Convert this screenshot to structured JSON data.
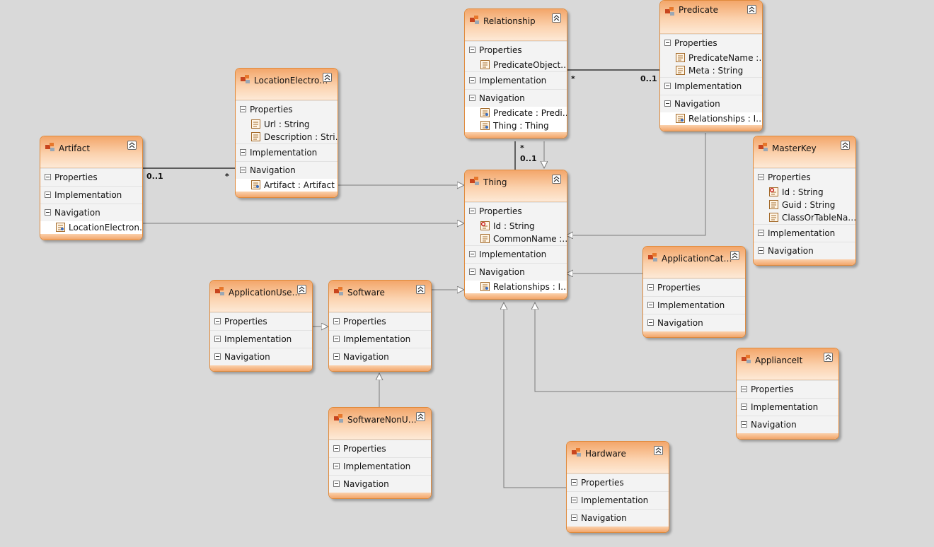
{
  "entities": {
    "artifact": {
      "title": "Artifact",
      "sections": {
        "properties": "Properties",
        "implementation": "Implementation",
        "navigation": "Navigation"
      },
      "navigation": [
        "LocationElectron…"
      ]
    },
    "locationElectronic": {
      "title": "LocationElectro…",
      "sections": {
        "properties": "Properties",
        "implementation": "Implementation",
        "navigation": "Navigation"
      },
      "properties": [
        "Url : String",
        "Description : Stri…"
      ],
      "navigation": [
        "Artifact : Artifact"
      ]
    },
    "relationship": {
      "title": "Relationship",
      "sections": {
        "properties": "Properties",
        "implementation": "Implementation",
        "navigation": "Navigation"
      },
      "properties": [
        "PredicateObject…"
      ],
      "navigation": [
        "Predicate : Predi…",
        "Thing : Thing"
      ]
    },
    "predicate": {
      "title": "Predicate",
      "sections": {
        "properties": "Properties",
        "implementation": "Implementation",
        "navigation": "Navigation"
      },
      "properties": [
        "PredicateName :…",
        "Meta : String"
      ],
      "navigation": [
        "Relationships : I…"
      ]
    },
    "thing": {
      "title": "Thing",
      "sections": {
        "properties": "Properties",
        "implementation": "Implementation",
        "navigation": "Navigation"
      },
      "properties": [
        "Id : String",
        "CommonName :…"
      ],
      "navigation": [
        "Relationships : I…"
      ]
    },
    "masterKey": {
      "title": "MasterKey",
      "sections": {
        "properties": "Properties",
        "implementation": "Implementation",
        "navigation": "Navigation"
      },
      "properties": [
        "Id : String",
        "Guid : String",
        "ClassOrTableNa…"
      ]
    },
    "applicationCat": {
      "title": "ApplicationCat…",
      "sections": {
        "properties": "Properties",
        "implementation": "Implementation",
        "navigation": "Navigation"
      }
    },
    "applicationUse": {
      "title": "ApplicationUse…",
      "sections": {
        "properties": "Properties",
        "implementation": "Implementation",
        "navigation": "Navigation"
      }
    },
    "software": {
      "title": "Software",
      "sections": {
        "properties": "Properties",
        "implementation": "Implementation",
        "navigation": "Navigation"
      }
    },
    "applianceIt": {
      "title": "ApplianceIt",
      "sections": {
        "properties": "Properties",
        "implementation": "Implementation",
        "navigation": "Navigation"
      }
    },
    "softwareNonU": {
      "title": "SoftwareNonU…",
      "sections": {
        "properties": "Properties",
        "implementation": "Implementation",
        "navigation": "Navigation"
      }
    },
    "hardware": {
      "title": "Hardware",
      "sections": {
        "properties": "Properties",
        "implementation": "Implementation",
        "navigation": "Navigation"
      }
    }
  },
  "multiplicities": {
    "artifact_loc_a": "0..1",
    "artifact_loc_b": "*",
    "rel_pred_a": "*",
    "rel_pred_b": "0..1",
    "rel_thing_a": "*",
    "rel_thing_b": "0..1"
  },
  "colors": {
    "accent": "#e08a3c",
    "header_top": "#f3a66a",
    "header_bottom": "#fde9d6",
    "canvas": "#d9d9d9",
    "line": "#7a7a7a"
  }
}
